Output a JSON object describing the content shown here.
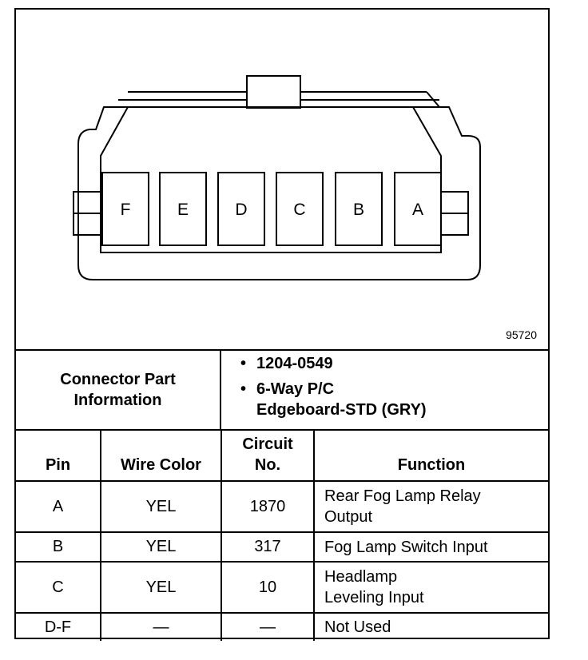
{
  "figure": {
    "figure_id": "95720",
    "pin_letters": [
      "F",
      "E",
      "D",
      "C",
      "B",
      "A"
    ]
  },
  "connector_info": {
    "label_line1": "Connector Part",
    "label_line2": "Information",
    "items": [
      {
        "lines": [
          "1204-0549"
        ]
      },
      {
        "lines": [
          "6-Way P/C",
          "Edgeboard-STD (GRY)"
        ]
      }
    ]
  },
  "table": {
    "headers": {
      "pin": "Pin",
      "wire_color": "Wire Color",
      "circuit_line1": "Circuit",
      "circuit_line2": "No.",
      "function": "Function"
    },
    "rows": [
      {
        "pin": "A",
        "wire_color": "YEL",
        "circuit": "1870",
        "function_lines": [
          "Rear Fog Lamp Relay",
          "Output"
        ]
      },
      {
        "pin": "B",
        "wire_color": "YEL",
        "circuit": "317",
        "function_lines": [
          "Fog Lamp Switch Input"
        ]
      },
      {
        "pin": "C",
        "wire_color": "YEL",
        "circuit": "10",
        "function_lines": [
          "Headlamp",
          "Leveling Input"
        ]
      },
      {
        "pin": "D-F",
        "wire_color": "—",
        "circuit": "—",
        "function_lines": [
          "Not Used"
        ]
      }
    ]
  }
}
